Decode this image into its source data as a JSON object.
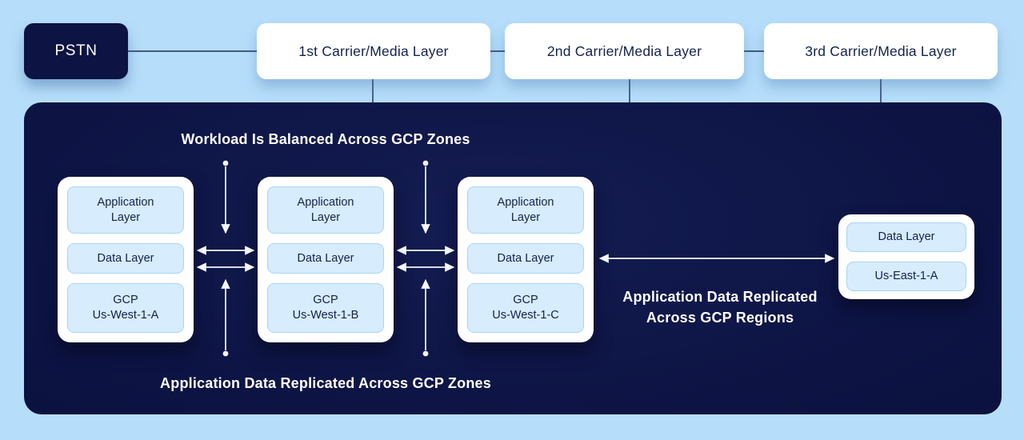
{
  "colors": {
    "background": "#b6defb",
    "panel_navy": "#0d1444",
    "pstn_navy": "#0d1342",
    "card_white": "#ffffff",
    "inner_box_fill": "#d7ecfd",
    "inner_box_border": "#a9d5f2",
    "dark_text": "#14224c",
    "light_text": "#ffffff",
    "connector_line": "#1c2d5e",
    "arrow_white": "#f2f6fd"
  },
  "top_row": {
    "pstn_label": "PSTN",
    "carriers": [
      {
        "label": "1st Carrier/Media Layer"
      },
      {
        "label": "2nd Carrier/Media Layer"
      },
      {
        "label": "3rd Carrier/Media Layer"
      }
    ]
  },
  "gcp_panel": {
    "workload_caption": "Workload Is Balanced Across GCP Zones",
    "zones_replication_caption": "Application Data Replicated Across GCP Zones",
    "regions_replication_caption": {
      "line1": "Application Data Replicated",
      "line2": "Across GCP Regions"
    },
    "zone_cards": [
      {
        "application_layer": [
          "Application",
          "Layer"
        ],
        "data_layer": "Data Layer",
        "gcp_zone": [
          "GCP",
          "Us-West-1-A"
        ]
      },
      {
        "application_layer": [
          "Application",
          "Layer"
        ],
        "data_layer": "Data Layer",
        "gcp_zone": [
          "GCP",
          "Us-West-1-B"
        ]
      },
      {
        "application_layer": [
          "Application",
          "Layer"
        ],
        "data_layer": "Data Layer",
        "gcp_zone": [
          "GCP",
          "Us-West-1-C"
        ]
      }
    ],
    "region_card": {
      "data_layer": "Data Layer",
      "region": "Us-East-1-A"
    }
  }
}
